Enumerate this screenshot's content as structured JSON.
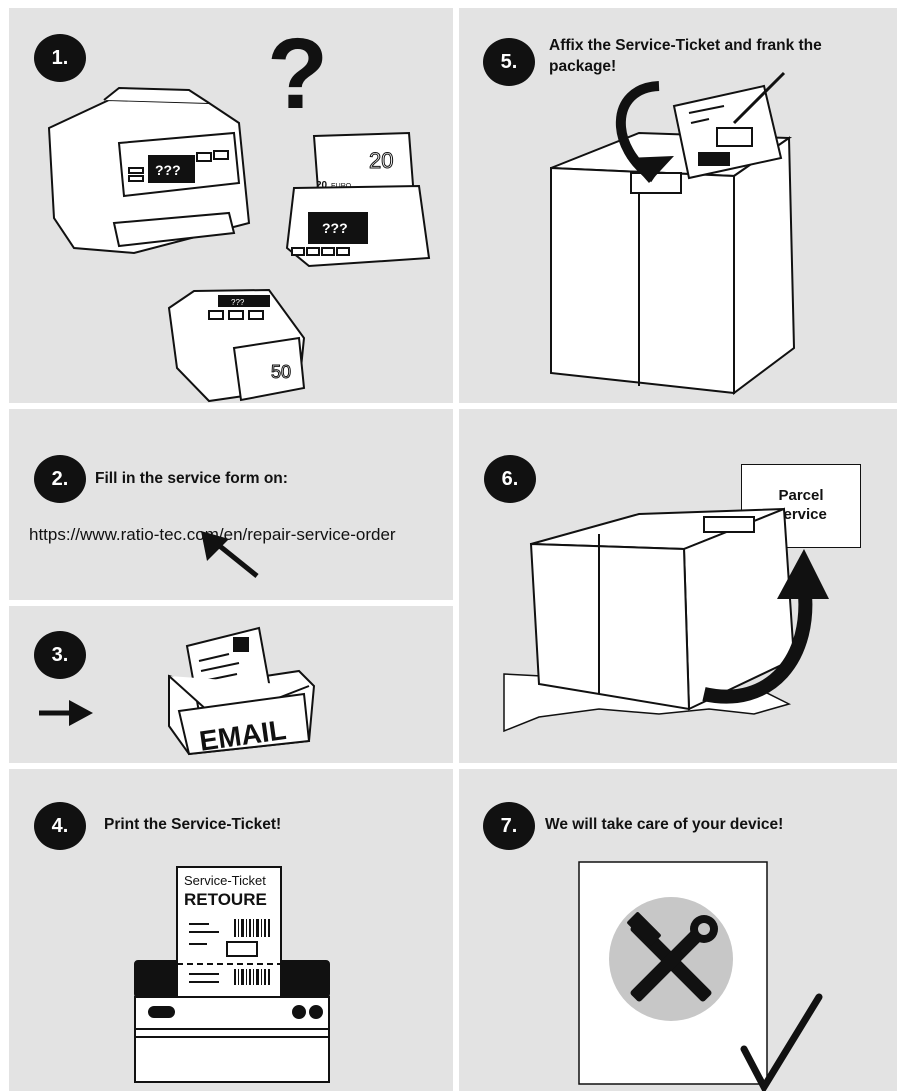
{
  "steps": [
    {
      "number": "1.",
      "text": ""
    },
    {
      "number": "2.",
      "text": "Fill in the service form on:",
      "url": "https://www.ratio-tec.com/en/repair-service-order"
    },
    {
      "number": "3.",
      "text": "",
      "email_label": "EMAIL"
    },
    {
      "number": "4.",
      "text": "Print the Service-Ticket!",
      "ticket_title": "Service-Ticket",
      "ticket_subtitle": "RETOURE"
    },
    {
      "number": "5.",
      "text": "Affix the Service-Ticket and frank the package!"
    },
    {
      "number": "6.",
      "text": "",
      "label_line1": "Parcel",
      "label_line2": "service"
    },
    {
      "number": "7.",
      "text": "We will take care of your device!"
    }
  ],
  "illustration_text": {
    "question_mark": "?",
    "display_unknown": "???",
    "note_20": "20",
    "note_20_small": "20",
    "note_euro": "EURO",
    "note_50": "50"
  },
  "colors": {
    "panel_bg": "#e3e3e3",
    "badge": "#111111",
    "gutter": "#ffffff"
  }
}
